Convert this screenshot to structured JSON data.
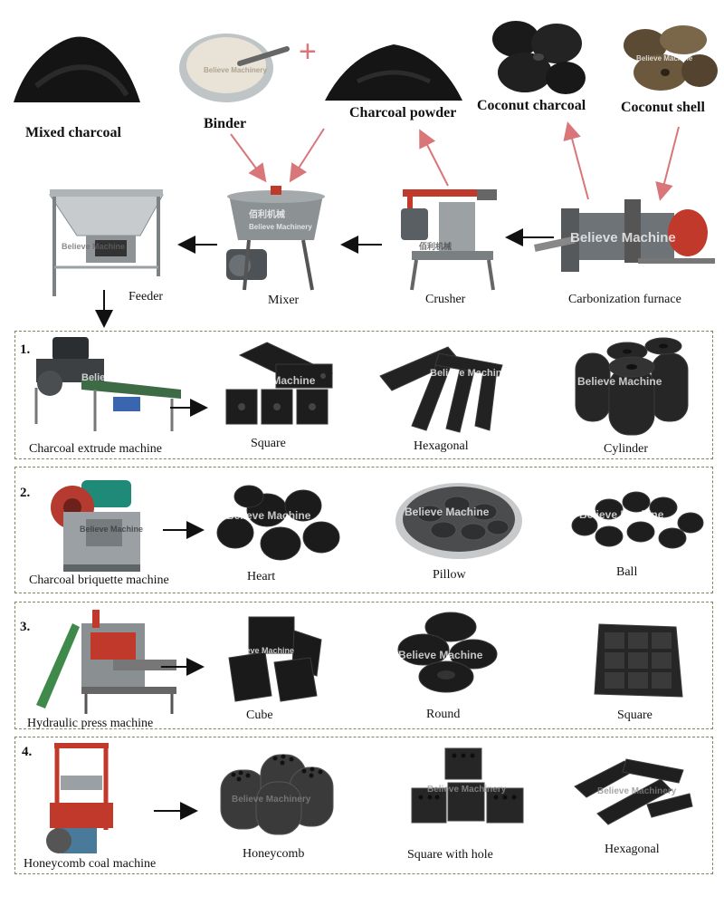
{
  "top": {
    "mixed_charcoal": "Mixed charcoal",
    "binder": "Binder",
    "charcoal_powder": "Charcoal powder",
    "coconut_charcoal": "Coconut charcoal",
    "coconut_shell": "Coconut shell",
    "plus": "+"
  },
  "machines": {
    "feeder": "Feeder",
    "mixer": "Mixer",
    "crusher": "Crusher",
    "carbonization_furnace": "Carbonization furnace"
  },
  "watermark": "Believe Machine",
  "watermark_alt": "Believe Machinery",
  "watermark_cjk": "佰利机械",
  "panels": [
    {
      "number": "1.",
      "machine": "Charcoal extrude machine",
      "products": [
        "Square",
        "Hexagonal",
        "Cylinder"
      ]
    },
    {
      "number": "2.",
      "machine": "Charcoal briquette machine",
      "products": [
        "Heart",
        "Pillow",
        "Ball"
      ]
    },
    {
      "number": "3.",
      "machine": "Hydraulic press machine",
      "products": [
        "Cube",
        "Round",
        "Square"
      ]
    },
    {
      "number": "4.",
      "machine": "Honeycomb coal machine",
      "products": [
        "Honeycomb",
        "Square with hole",
        "Hexagonal"
      ]
    }
  ],
  "colors": {
    "arrow_red": "#d9767a",
    "panel_border": "#7a8a5a",
    "charcoal": "#1c1c1c"
  }
}
